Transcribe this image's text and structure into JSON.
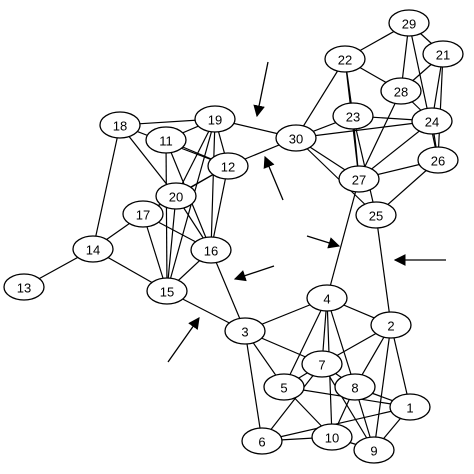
{
  "graph": {
    "nodes": [
      {
        "id": "1",
        "label": "1"
      },
      {
        "id": "2",
        "label": "2"
      },
      {
        "id": "3",
        "label": "3"
      },
      {
        "id": "4",
        "label": "4"
      },
      {
        "id": "5",
        "label": "5"
      },
      {
        "id": "6",
        "label": "6"
      },
      {
        "id": "7",
        "label": "7"
      },
      {
        "id": "8",
        "label": "8"
      },
      {
        "id": "9",
        "label": "9"
      },
      {
        "id": "10",
        "label": "10"
      },
      {
        "id": "11",
        "label": "11"
      },
      {
        "id": "12",
        "label": "12"
      },
      {
        "id": "13",
        "label": "13"
      },
      {
        "id": "14",
        "label": "14"
      },
      {
        "id": "15",
        "label": "15"
      },
      {
        "id": "16",
        "label": "16"
      },
      {
        "id": "17",
        "label": "17"
      },
      {
        "id": "18",
        "label": "18"
      },
      {
        "id": "19",
        "label": "19"
      },
      {
        "id": "20",
        "label": "20"
      },
      {
        "id": "21",
        "label": "21"
      },
      {
        "id": "22",
        "label": "22"
      },
      {
        "id": "23",
        "label": "23"
      },
      {
        "id": "24",
        "label": "24"
      },
      {
        "id": "25",
        "label": "25"
      },
      {
        "id": "26",
        "label": "26"
      },
      {
        "id": "27",
        "label": "27"
      },
      {
        "id": "28",
        "label": "28"
      },
      {
        "id": "29",
        "label": "29"
      },
      {
        "id": "30",
        "label": "30"
      }
    ],
    "edges": [
      [
        "13",
        "14"
      ],
      [
        "14",
        "18"
      ],
      [
        "14",
        "17"
      ],
      [
        "14",
        "15"
      ],
      [
        "18",
        "20"
      ],
      [
        "18",
        "19"
      ],
      [
        "18",
        "12"
      ],
      [
        "11",
        "19"
      ],
      [
        "11",
        "15"
      ],
      [
        "11",
        "16"
      ],
      [
        "11",
        "12"
      ],
      [
        "19",
        "30"
      ],
      [
        "19",
        "20"
      ],
      [
        "19",
        "16"
      ],
      [
        "19",
        "15"
      ],
      [
        "19",
        "12"
      ],
      [
        "12",
        "16"
      ],
      [
        "12",
        "17"
      ],
      [
        "12",
        "20"
      ],
      [
        "20",
        "17"
      ],
      [
        "20",
        "15"
      ],
      [
        "20",
        "16"
      ],
      [
        "17",
        "15"
      ],
      [
        "17",
        "16"
      ],
      [
        "16",
        "15"
      ],
      [
        "16",
        "3"
      ],
      [
        "15",
        "3"
      ],
      [
        "30",
        "12"
      ],
      [
        "30",
        "22"
      ],
      [
        "30",
        "23"
      ],
      [
        "30",
        "24"
      ],
      [
        "30",
        "27"
      ],
      [
        "30",
        "25"
      ],
      [
        "22",
        "29"
      ],
      [
        "22",
        "28"
      ],
      [
        "22",
        "27"
      ],
      [
        "22",
        "23"
      ],
      [
        "29",
        "28"
      ],
      [
        "29",
        "21"
      ],
      [
        "29",
        "26"
      ],
      [
        "21",
        "28"
      ],
      [
        "21",
        "24"
      ],
      [
        "21",
        "26"
      ],
      [
        "28",
        "24"
      ],
      [
        "28",
        "27"
      ],
      [
        "23",
        "27"
      ],
      [
        "23",
        "24"
      ],
      [
        "23",
        "25"
      ],
      [
        "24",
        "27"
      ],
      [
        "24",
        "26"
      ],
      [
        "26",
        "27"
      ],
      [
        "26",
        "25"
      ],
      [
        "27",
        "4"
      ],
      [
        "25",
        "2"
      ],
      [
        "3",
        "4"
      ],
      [
        "3",
        "5"
      ],
      [
        "3",
        "6"
      ],
      [
        "3",
        "7"
      ],
      [
        "4",
        "7"
      ],
      [
        "4",
        "8"
      ],
      [
        "4",
        "10"
      ],
      [
        "4",
        "2"
      ],
      [
        "4",
        "5"
      ],
      [
        "2",
        "7"
      ],
      [
        "2",
        "8"
      ],
      [
        "2",
        "1"
      ],
      [
        "2",
        "9"
      ],
      [
        "5",
        "7"
      ],
      [
        "5",
        "10"
      ],
      [
        "5",
        "1"
      ],
      [
        "7",
        "8"
      ],
      [
        "7",
        "9"
      ],
      [
        "7",
        "6"
      ],
      [
        "8",
        "1"
      ],
      [
        "8",
        "9"
      ],
      [
        "8",
        "10"
      ],
      [
        "6",
        "10"
      ],
      [
        "6",
        "1"
      ],
      [
        "10",
        "9"
      ],
      [
        "1",
        "9"
      ]
    ],
    "arrows": [
      {
        "id": "arrow-top"
      },
      {
        "id": "arrow-upper-left"
      },
      {
        "id": "arrow-middle"
      },
      {
        "id": "arrow-right"
      },
      {
        "id": "arrow-left"
      },
      {
        "id": "arrow-bottom-left"
      }
    ]
  }
}
